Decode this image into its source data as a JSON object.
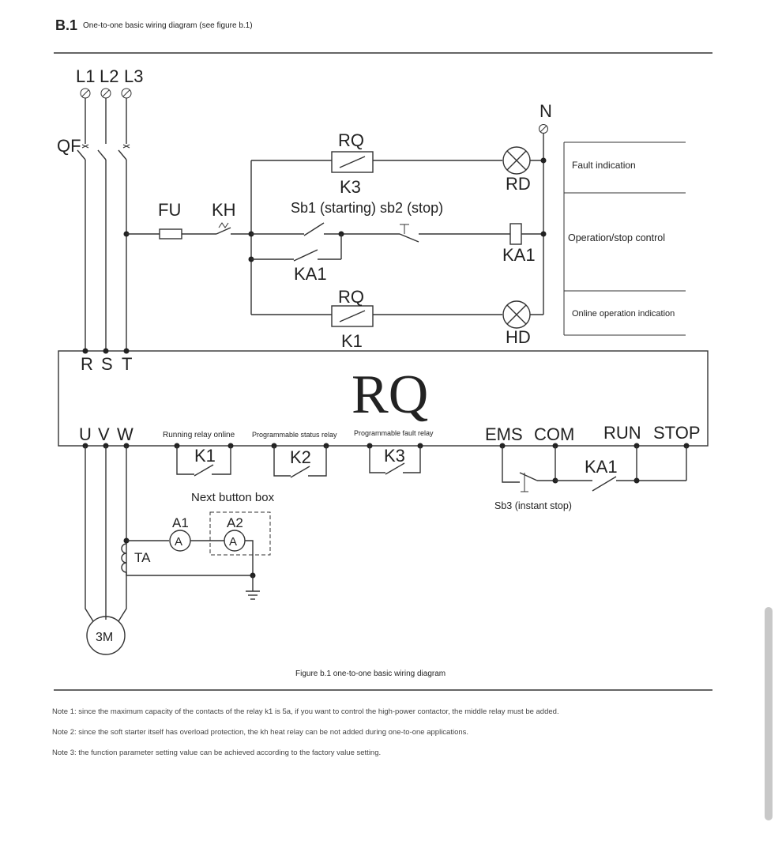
{
  "header": {
    "section": "B.1",
    "title": "One-to-one basic wiring diagram (see figure b.1)"
  },
  "supply": {
    "l1": "L1",
    "l2": "L2",
    "l3": "L3",
    "neutral": "N",
    "breaker": "QF"
  },
  "control": {
    "fuse": "FU",
    "thermal_relay": "KH",
    "rq_top": "RQ",
    "k3": "K3",
    "rd": "RD",
    "sb_label": "Sb1 (starting) sb2 (stop)",
    "ka1_coil": "KA1",
    "ka1_hold": "KA1",
    "rq_bottom": "RQ",
    "k1": "K1",
    "hd": "HD"
  },
  "indications": {
    "fault": "Fault indication",
    "operation": "Operation/stop control",
    "online": "Online operation indication"
  },
  "unit": {
    "name": "RQ",
    "inputs": {
      "r": "R",
      "s": "S",
      "t": "T"
    },
    "outputs": {
      "u": "U",
      "v": "V",
      "w": "W"
    },
    "relays": {
      "running": "Running relay online",
      "status": "Programmable status relay",
      "fault": "Programmable fault relay"
    },
    "terminals": {
      "ems": "EMS",
      "com": "COM",
      "run": "RUN",
      "stop": "STOP"
    }
  },
  "relay_contacts": {
    "k1": "K1",
    "k2": "K2",
    "k3": "K3",
    "ka1": "KA1",
    "sb3": "Sb3 (instant stop)"
  },
  "metering": {
    "button_box": "Next button box",
    "a1": "A1",
    "a2": "A2",
    "meter_symbol": "A",
    "ct": "TA",
    "motor": "3M"
  },
  "figure_caption": "Figure b.1 one-to-one basic wiring diagram",
  "notes": [
    "Note 1: since the maximum capacity of the contacts of the relay k1 is 5a, if you want to control the high-power contactor, the middle relay must be added.",
    "Note 2: since the soft starter itself has overload protection, the kh heat relay can be not added during one-to-one applications.",
    "Note 3: the function parameter setting value can be achieved according to the factory value setting."
  ]
}
